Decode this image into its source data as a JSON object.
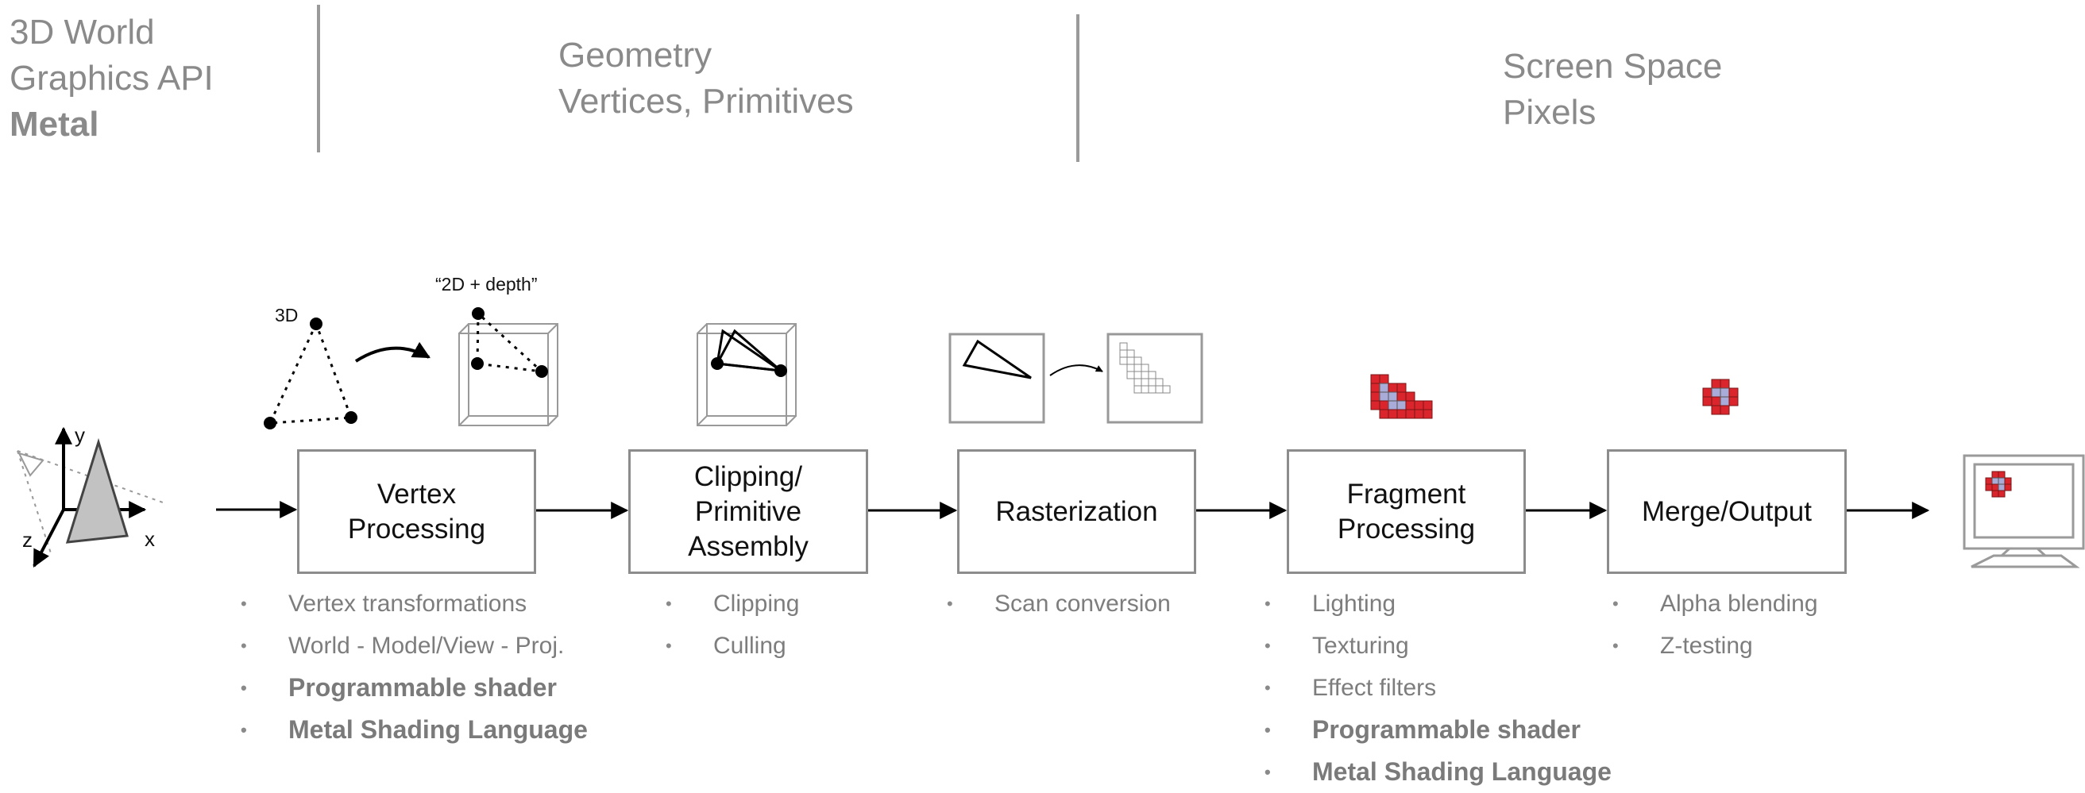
{
  "header": {
    "left_line1": "3D World",
    "left_line2": "Graphics API",
    "left_line3": "Metal",
    "mid_line1": "Geometry",
    "mid_line2": "Vertices, Primitives",
    "right_line1": "Screen Space",
    "right_line2": "Pixels"
  },
  "labels": {
    "label_3d": "3D",
    "label_2d_depth": "“2D + depth”",
    "axis_x": "x",
    "axis_y": "y",
    "axis_z": "z"
  },
  "stages": [
    {
      "line1": "Vertex",
      "line2": "Processing",
      "line3": "",
      "bullets": [
        {
          "text": "Vertex transformations",
          "strong": false
        },
        {
          "text": "World - Model/View - Proj.",
          "strong": false
        },
        {
          "text": "Programmable shader",
          "strong": true
        },
        {
          "text": "Metal Shading Language",
          "strong": true
        }
      ]
    },
    {
      "line1": "Clipping/",
      "line2": "Primitive",
      "line3": "Assembly",
      "bullets": [
        {
          "text": "Clipping",
          "strong": false
        },
        {
          "text": "Culling",
          "strong": false
        }
      ]
    },
    {
      "line1": "Rasterization",
      "line2": "",
      "line3": "",
      "bullets": [
        {
          "text": "Scan conversion",
          "strong": false
        }
      ]
    },
    {
      "line1": "Fragment",
      "line2": "Processing",
      "line3": "",
      "bullets": [
        {
          "text": "Lighting",
          "strong": false
        },
        {
          "text": "Texturing",
          "strong": false
        },
        {
          "text": "Effect filters",
          "strong": false
        },
        {
          "text": "Programmable shader",
          "strong": true
        },
        {
          "text": "Metal Shading Language",
          "strong": true
        }
      ]
    },
    {
      "line1": "Merge/Output",
      "line2": "",
      "line3": "",
      "bullets": [
        {
          "text": "Alpha blending",
          "strong": false
        },
        {
          "text": "Z-testing",
          "strong": false
        }
      ]
    }
  ],
  "colors": {
    "pixel_red": "#d9252b",
    "pixel_blue": "#a9acd8",
    "line_gray": "#8c8c8c"
  },
  "icons": [
    "axes-triangle-icon",
    "vertex-3d-icon",
    "depth-box-icon",
    "clip-box-icon",
    "raster-triangle-icon",
    "raster-grid-icon",
    "fragment-pixels-icon",
    "merge-pixels-icon",
    "monitor-icon"
  ]
}
